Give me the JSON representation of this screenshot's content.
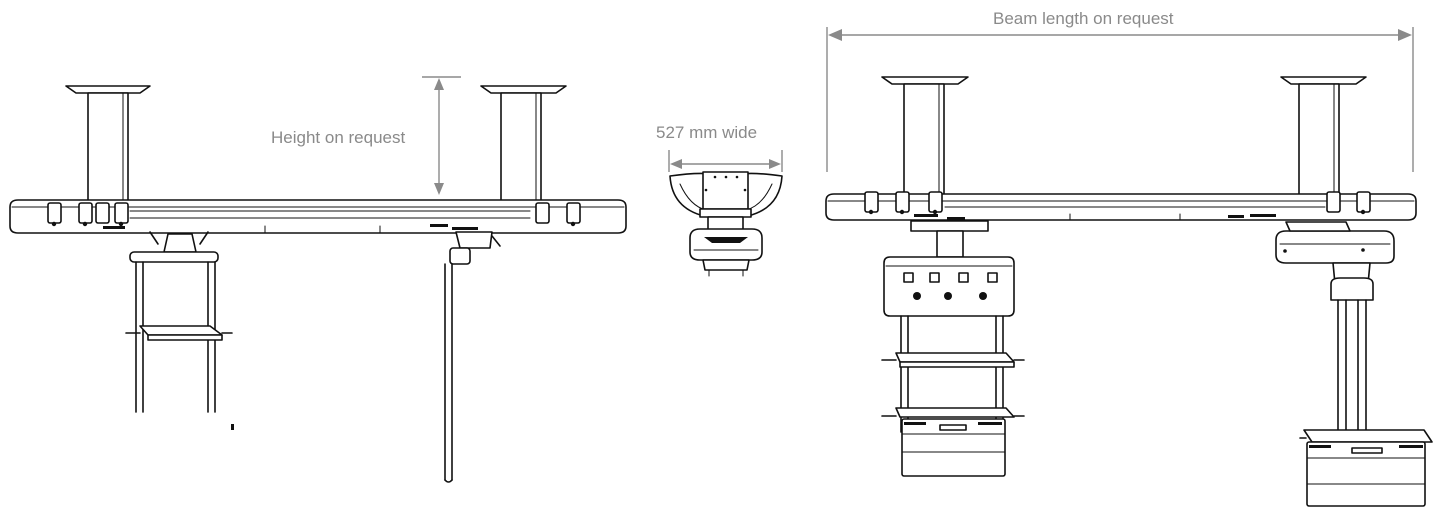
{
  "dimensions": {
    "height": "Height on request",
    "width": "527 mm wide",
    "length": "Beam length on request"
  },
  "colors": {
    "line": "#111111",
    "dimension": "#8a8a8a",
    "background": "#ffffff"
  },
  "console_panel": {
    "switch_count": 4,
    "socket_count": 3
  }
}
